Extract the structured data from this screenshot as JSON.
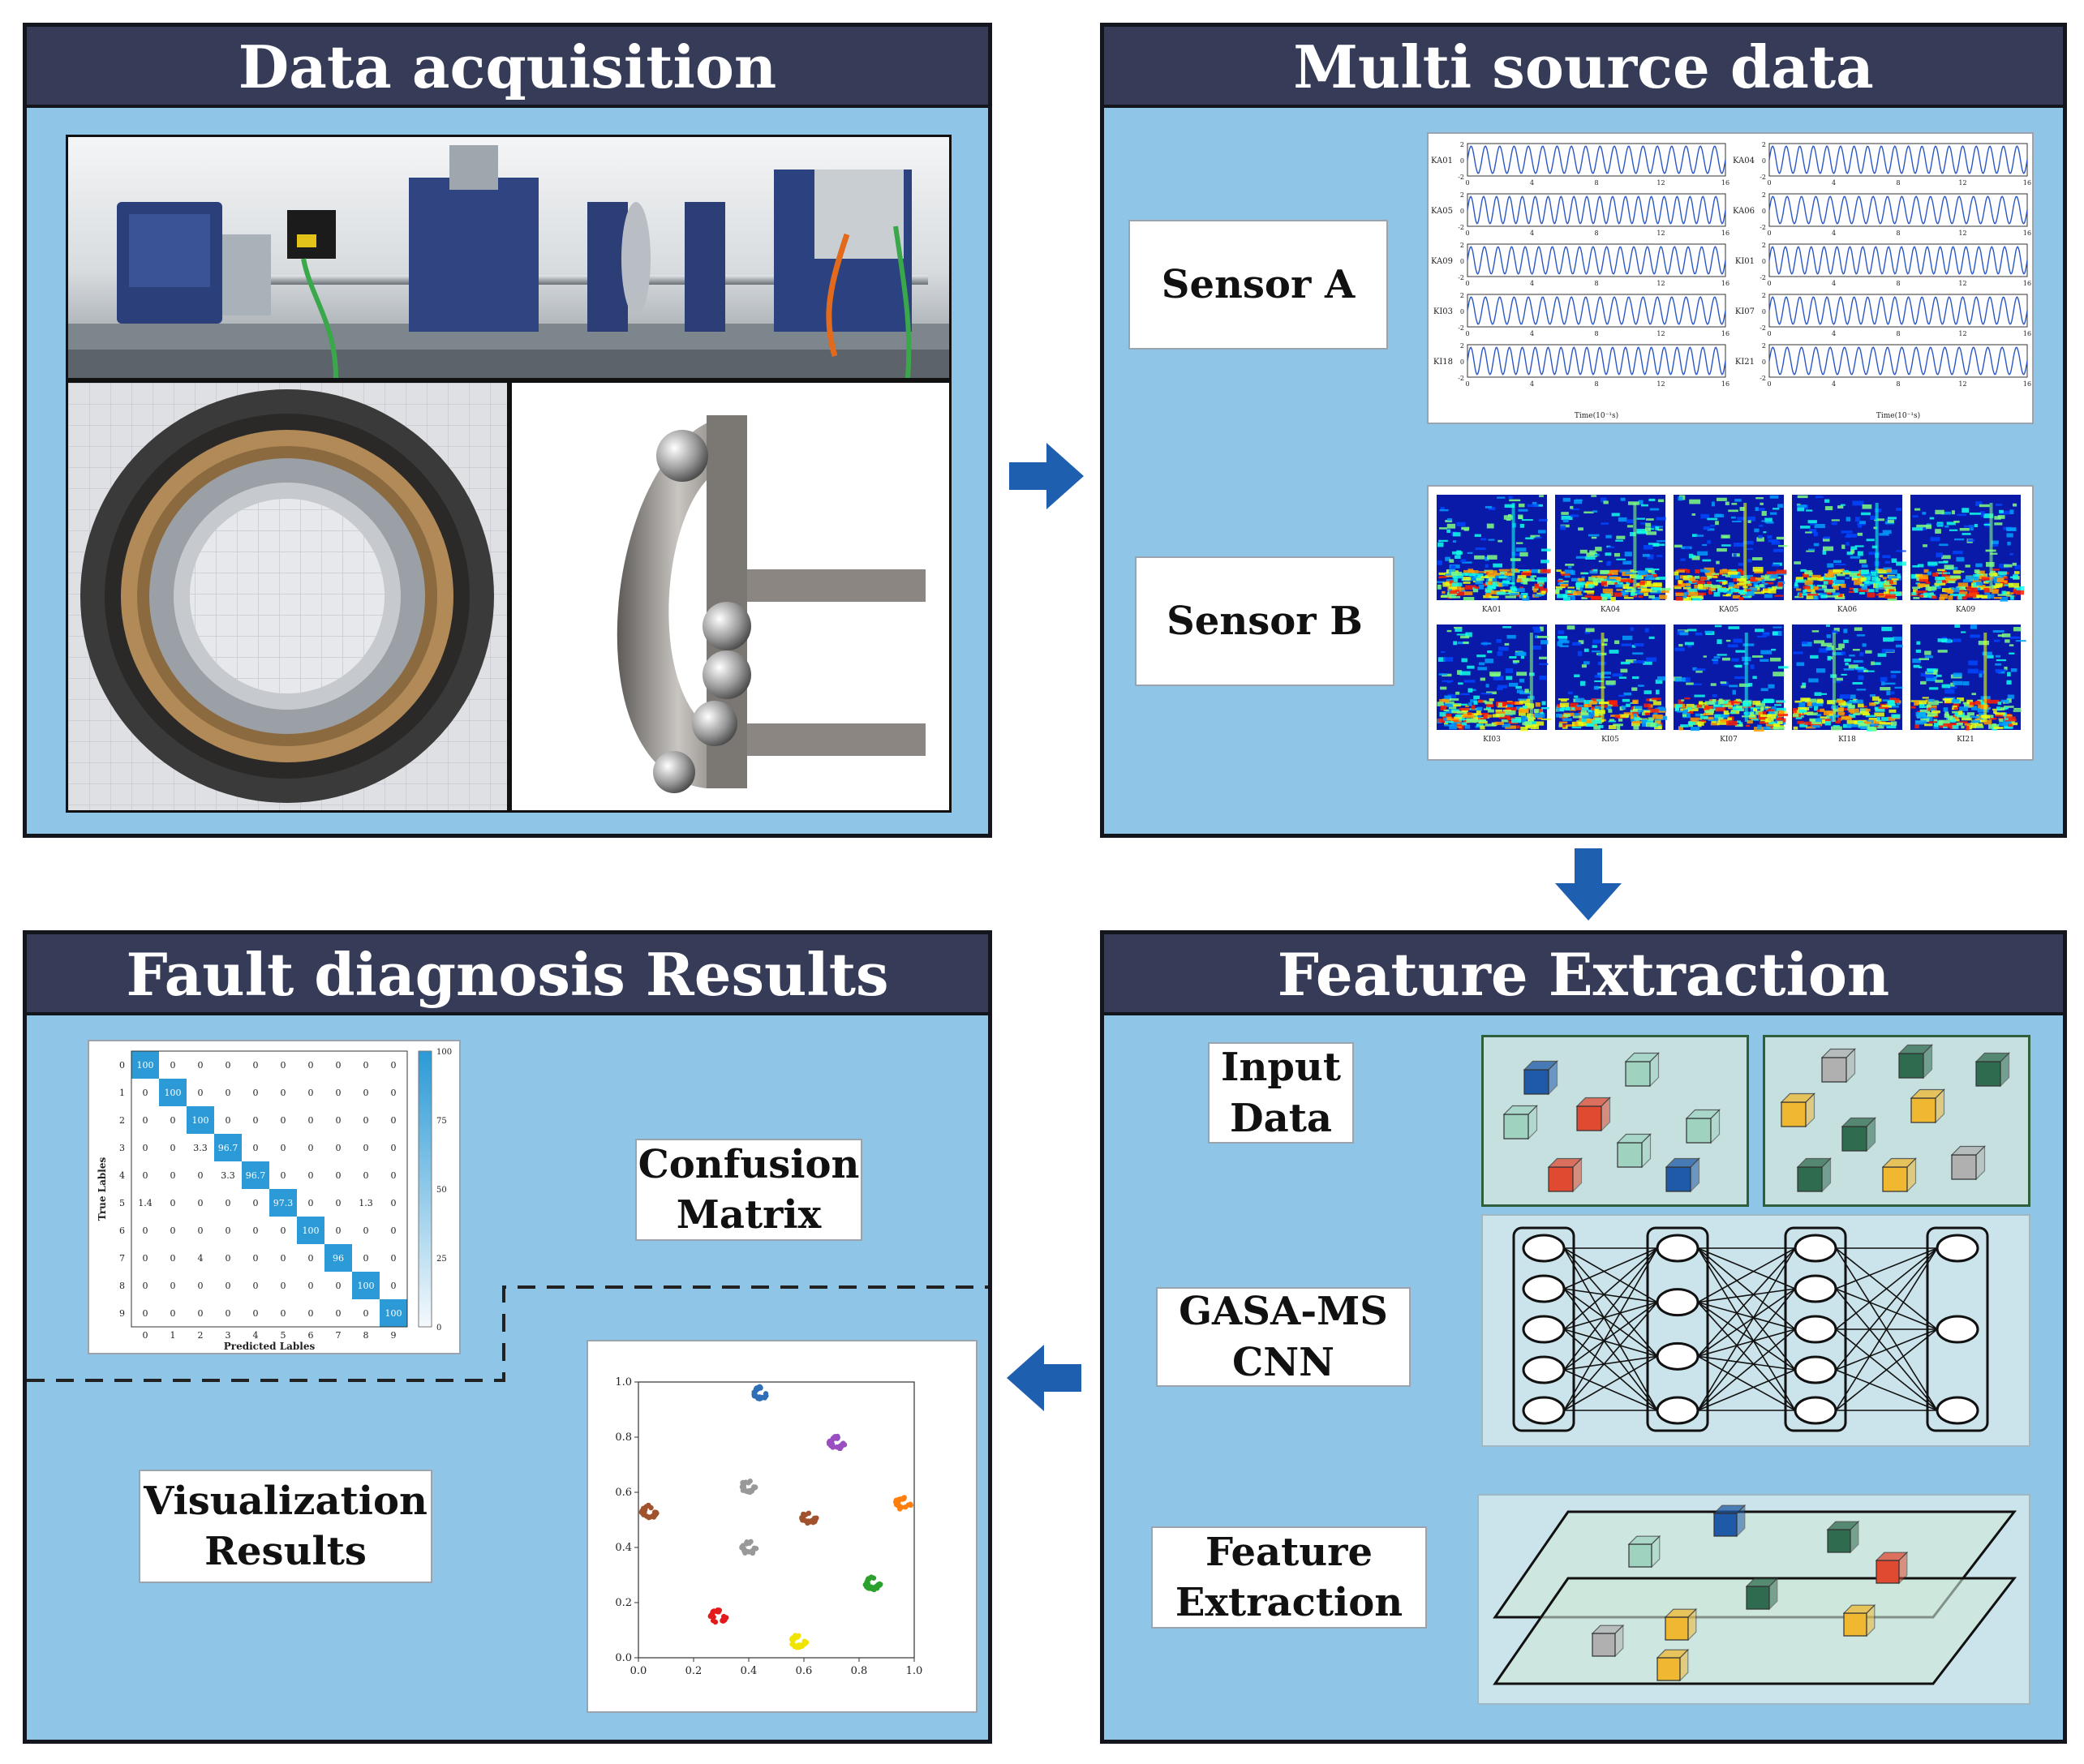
{
  "panels": {
    "data_acquisition": {
      "title": "Data acquisition"
    },
    "multi_source": {
      "title": "Multi source data",
      "sensor_a": "Sensor A",
      "sensor_b": "Sensor B",
      "signal_labels": [
        "KA01",
        "KA04",
        "KA05",
        "KA06",
        "KA09",
        "KI01",
        "KI03",
        "KI07",
        "KI18",
        "KI21"
      ],
      "signal_x_ticks": [
        "0",
        "4",
        "8",
        "12",
        "16"
      ],
      "signal_y_ticks": [
        "2",
        "0",
        "-2"
      ],
      "time_label": "Time(10⁻¹s)",
      "spectrogram_labels_top": [
        "KA01",
        "KA04",
        "KA05",
        "KA06",
        "KA09"
      ],
      "spectrogram_labels_bottom": [
        "KI03",
        "KI05",
        "KI07",
        "KI18",
        "KI21"
      ]
    },
    "feature_extraction": {
      "title": "Feature Extraction",
      "input_data": "Input\nData",
      "network": "GASA-MS\nCNN",
      "feature": "Feature\nExtraction"
    },
    "fault_diagnosis": {
      "title": "Fault diagnosis Results",
      "confusion_label": "Confusion\nMatrix",
      "visualization_label": "Visualization\nResults"
    }
  },
  "colors": {
    "panel_bg": "#8fc5e7",
    "header_bg": "#363b58",
    "arrow": "#1f5fb0",
    "cm_diag": "#2b9ad6"
  },
  "confusion_matrix": {
    "ylabel": "True Lables",
    "xlabel": "Predicted Lables",
    "ticks": [
      "0",
      "1",
      "2",
      "3",
      "4",
      "5",
      "6",
      "7",
      "8",
      "9"
    ],
    "colorbar_ticks": [
      "100",
      "75",
      "50",
      "25",
      "0"
    ],
    "rows": [
      [
        "100",
        "0",
        "0",
        "0",
        "0",
        "0",
        "0",
        "0",
        "0",
        "0"
      ],
      [
        "0",
        "100",
        "0",
        "0",
        "0",
        "0",
        "0",
        "0",
        "0",
        "0"
      ],
      [
        "0",
        "0",
        "100",
        "0",
        "0",
        "0",
        "0",
        "0",
        "0",
        "0"
      ],
      [
        "0",
        "0",
        "3.3",
        "96.7",
        "0",
        "0",
        "0",
        "0",
        "0",
        "0"
      ],
      [
        "0",
        "0",
        "0",
        "3.3",
        "96.7",
        "0",
        "0",
        "0",
        "0",
        "0"
      ],
      [
        "1.4",
        "0",
        "0",
        "0",
        "0",
        "97.3",
        "0",
        "0",
        "1.3",
        "0"
      ],
      [
        "0",
        "0",
        "0",
        "0",
        "0",
        "0",
        "100",
        "0",
        "0",
        "0"
      ],
      [
        "0",
        "0",
        "4",
        "0",
        "0",
        "0",
        "0",
        "96",
        "0",
        "0"
      ],
      [
        "0",
        "0",
        "0",
        "0",
        "0",
        "0",
        "0",
        "0",
        "100",
        "0"
      ],
      [
        "0",
        "0",
        "0",
        "0",
        "0",
        "0",
        "0",
        "0",
        "0",
        "100"
      ]
    ]
  },
  "chart_data": {
    "type": "scatter",
    "xlim": [
      0.0,
      1.0
    ],
    "ylim": [
      0.0,
      1.0
    ],
    "x_ticks": [
      "0.0",
      "0.2",
      "0.4",
      "0.6",
      "0.8",
      "1.0"
    ],
    "y_ticks": [
      "0.0",
      "0.2",
      "0.4",
      "0.6",
      "0.8",
      "1.0"
    ],
    "clusters": [
      {
        "color": "#2e6fb7",
        "x": 0.44,
        "y": 0.96
      },
      {
        "color": "#9a4fc0",
        "x": 0.72,
        "y": 0.78
      },
      {
        "color": "#999999",
        "x": 0.4,
        "y": 0.62
      },
      {
        "color": "#a0522d",
        "x": 0.04,
        "y": 0.53
      },
      {
        "color": "#a0522d",
        "x": 0.62,
        "y": 0.51
      },
      {
        "color": "#ff7f0e",
        "x": 0.96,
        "y": 0.56
      },
      {
        "color": "#999999",
        "x": 0.4,
        "y": 0.4
      },
      {
        "color": "#2ca02c",
        "x": 0.85,
        "y": 0.27
      },
      {
        "color": "#e31a1c",
        "x": 0.29,
        "y": 0.15
      },
      {
        "color": "#f0e400",
        "x": 0.58,
        "y": 0.06
      }
    ]
  }
}
